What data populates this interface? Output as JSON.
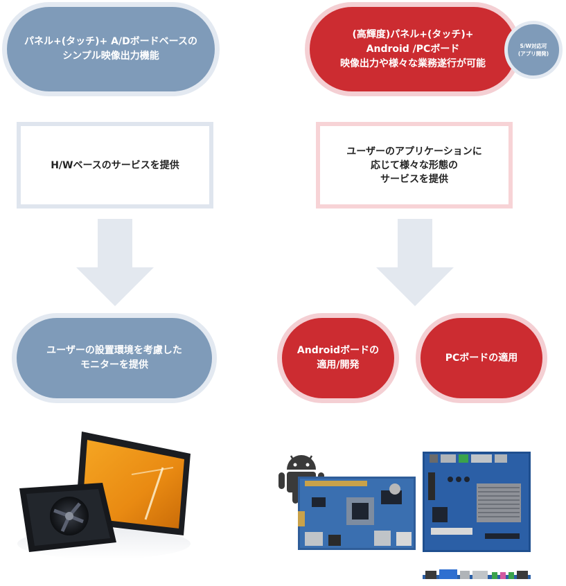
{
  "left": {
    "top_pill": "パネル+(タッチ)+ A/Dボードベースの\nシンプル映像出力機能",
    "box": "H/Wベースのサービスを提供",
    "bottom_pill": "ユーザーの設置環境を考慮した\nモニターを提供"
  },
  "right": {
    "top_pill": "(高輝度)パネル+(タッチ)+\nAndroid /PCボード\n映像出力や様々な業務遂行が可能",
    "badge": "S/W対応可\n(アプリ開発)",
    "box": "ユーザーのアプリケーションに\n応じて様々な形態の\nサービスを提供",
    "bottom_pill_1": "Androidボードの\n適用/開発",
    "bottom_pill_2": "PCボードの適用"
  },
  "colors": {
    "blue": "#7f9bb9",
    "red": "#cc2c31",
    "arrow": "#e3e8ef"
  }
}
